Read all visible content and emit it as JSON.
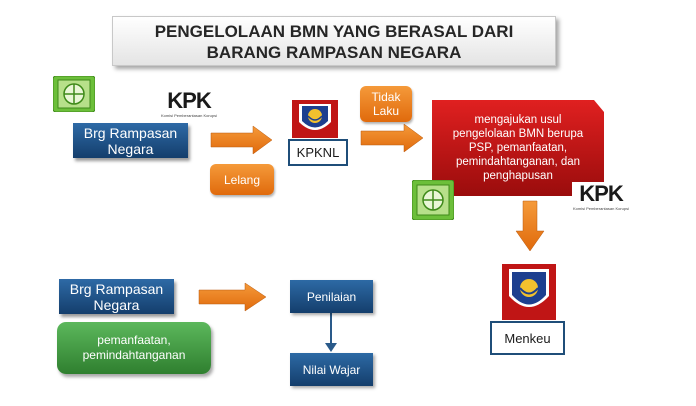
{
  "title": {
    "line1": "PENGELOLAAN BMN YANG BERASAL DARI",
    "line2": "BARANG RAMPASAN NEGARA"
  },
  "top": {
    "brg_rampasan": [
      "Brg Rampasan",
      "Negara"
    ],
    "lelang": "Lelang",
    "kpknl": "KPKNL",
    "tidak_laku": [
      "Tidak",
      "Laku"
    ],
    "usul": [
      "mengajukan usul",
      "pengelolaan BMN berupa",
      "PSP, pemanfaatan,",
      "pemindahtanganan, dan",
      "penghapusan"
    ],
    "menkeu": "Menkeu"
  },
  "bottom": {
    "brg_rampasan": [
      "Brg Rampasan",
      "Negara"
    ],
    "pemanfaatan": [
      "pemanfaatan,",
      "pemindahtanganan"
    ],
    "penilaian": "Penilaian",
    "nilai_wajar": "Nilai Wajar"
  },
  "logos": {
    "kpk_text": "KPK",
    "kpk_sub": "Komisi Pemberantasan Korupsi"
  },
  "colors": {
    "blue": "#1f4e79",
    "orange": "#f07f1f",
    "red": "#c00000",
    "green": "#3c9a3c"
  }
}
